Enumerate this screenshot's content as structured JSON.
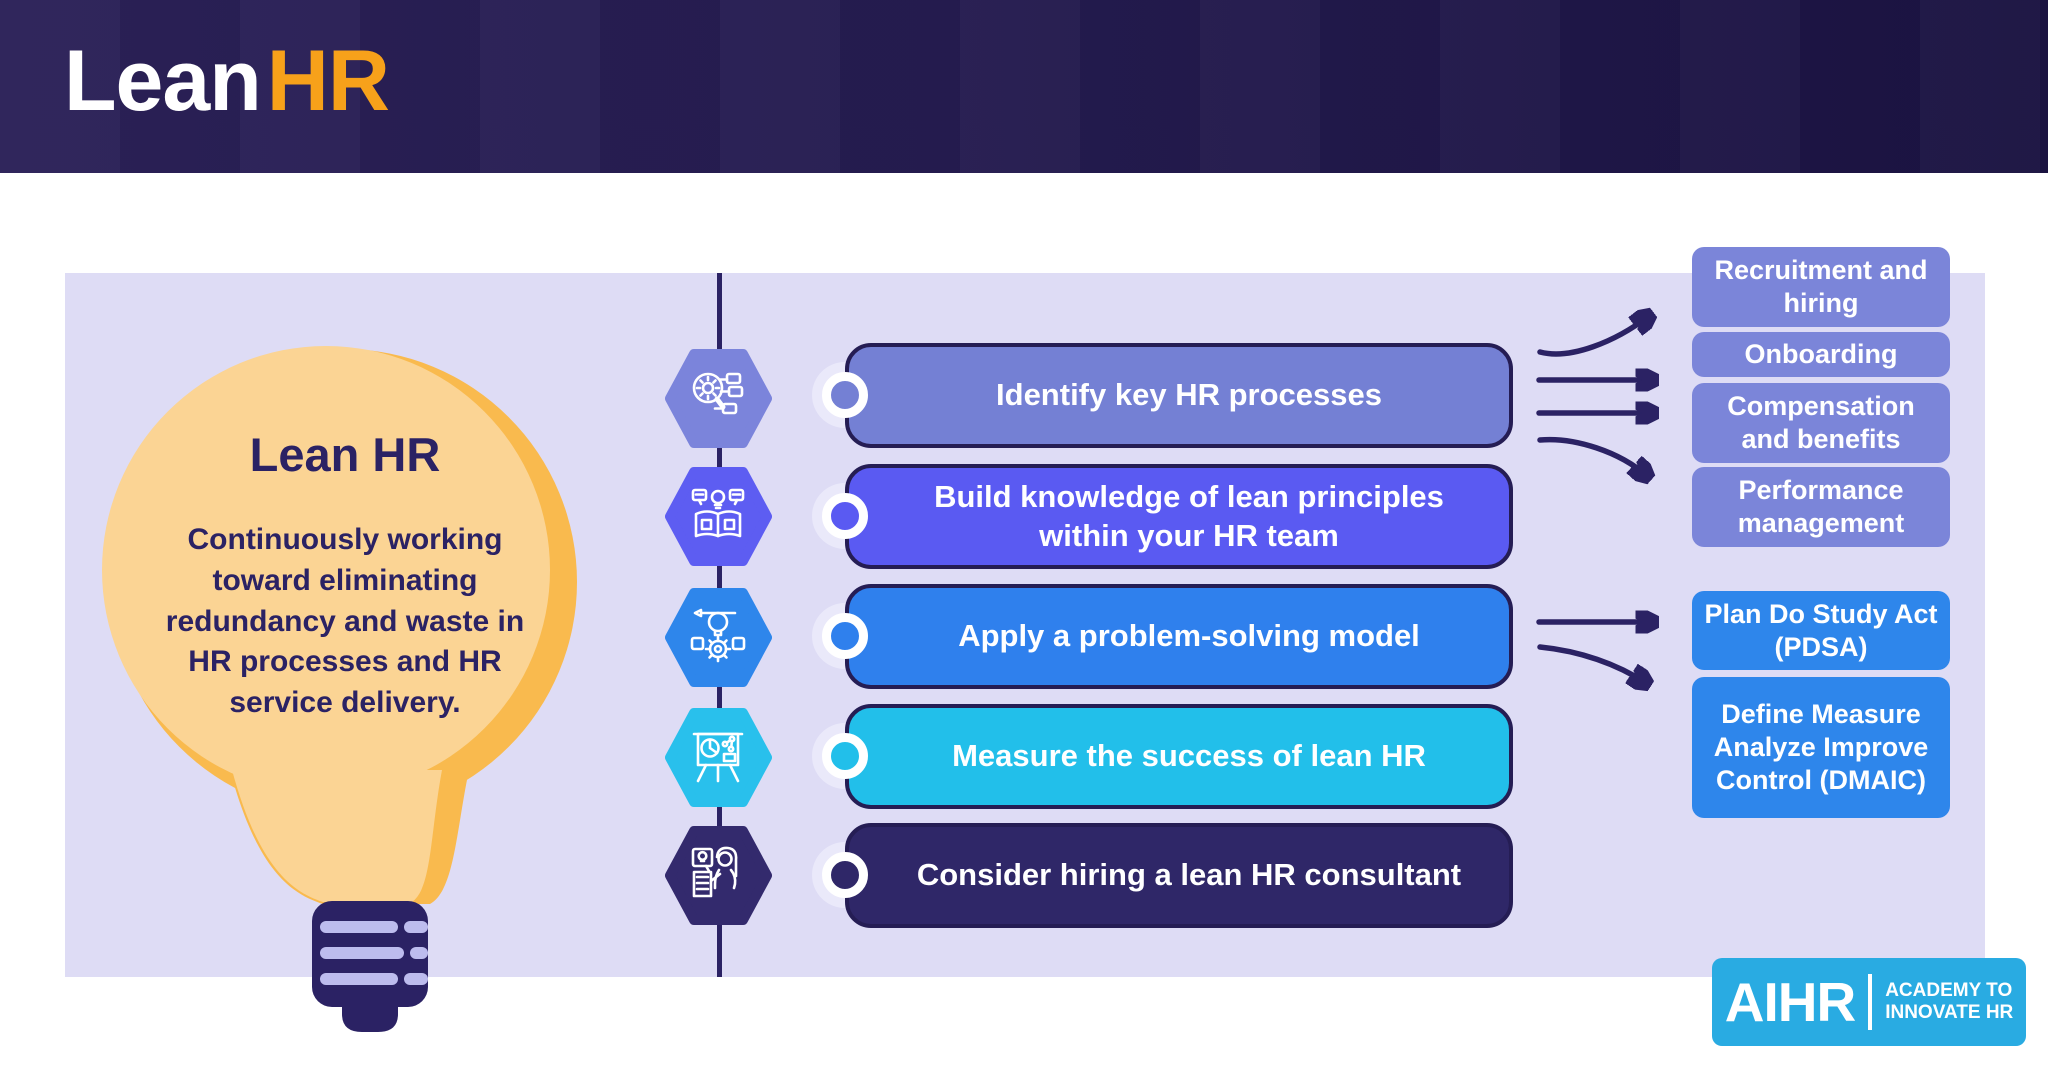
{
  "header": {
    "title_main": "Lean",
    "title_accent": "HR"
  },
  "colors": {
    "header_bg": "#251C50",
    "accent_orange": "#F7A11A",
    "panel_bg": "#DEDCF5",
    "ink_navy": "#2B2264",
    "bulb_light": "#FBD494",
    "bulb_shadow": "#F9BA4E",
    "base_stripe": "#BDBCEE",
    "logo_bg": "#29ABE2"
  },
  "bulb": {
    "title": "Lean HR",
    "description": "Continuously working toward eliminating redundancy and waste in HR processes and HR service delivery."
  },
  "steps": [
    {
      "label": "Identify key HR processes",
      "bar_color": "#7480D4",
      "hex_color": "#7B84DB",
      "icon": "process-search-icon"
    },
    {
      "label": "Build knowledge of lean principles within your HR team",
      "bar_color": "#5A5AF2",
      "hex_color": "#5D5DF2",
      "icon": "knowledge-book-icon"
    },
    {
      "label": "Apply a problem-solving model",
      "bar_color": "#2F80ED",
      "hex_color": "#2E86EB",
      "icon": "problem-solving-icon"
    },
    {
      "label": "Measure the success of lean HR",
      "bar_color": "#22BFEA",
      "hex_color": "#29C0EC",
      "icon": "measure-chart-icon"
    },
    {
      "label": "Consider hiring a lean HR consultant",
      "bar_color": "#2F2768",
      "hex_color": "#332A6D",
      "icon": "consultant-icon"
    }
  ],
  "hr_processes": {
    "color": "#7B85D9",
    "items": [
      "Recruitment and hiring",
      "Onboarding",
      "Compensation and benefits",
      "Performance management"
    ]
  },
  "models": {
    "color": "#2E86EB",
    "items": [
      "Plan Do Study Act (PDSA)",
      "Define Measure Analyze Improve Control (DMAIC)"
    ]
  },
  "logo": {
    "brand": "AIHR",
    "tagline_line1": "ACADEMY TO",
    "tagline_line2": "INNOVATE HR"
  }
}
